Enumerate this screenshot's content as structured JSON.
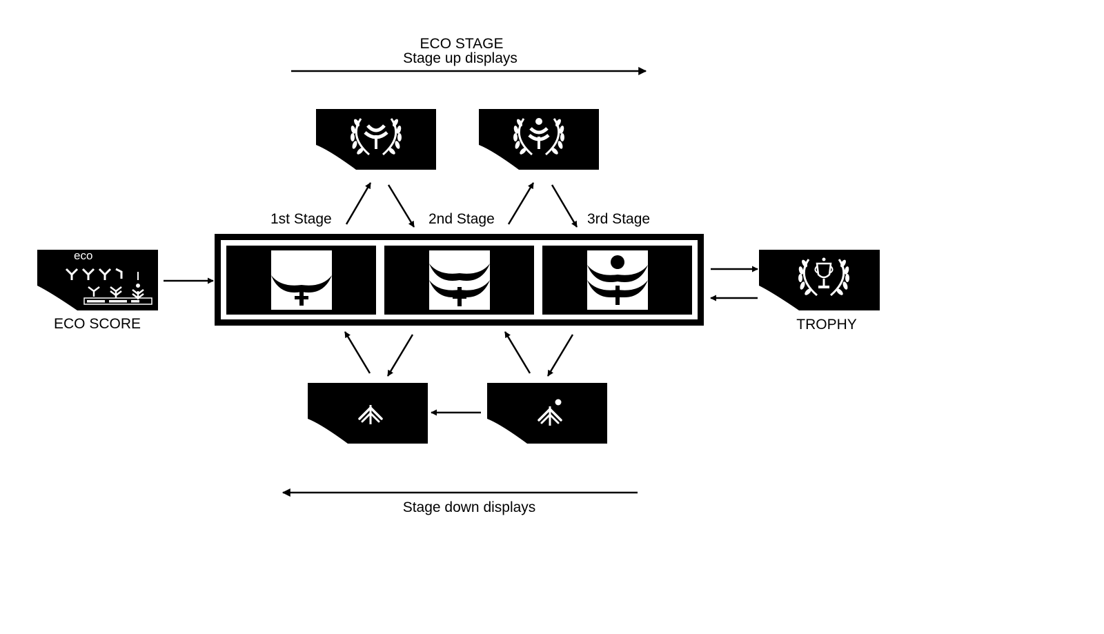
{
  "header": {
    "title": "ECO STAGE",
    "subtitle": "Stage up displays"
  },
  "footer": {
    "stage_down_label": "Stage down displays"
  },
  "stages": [
    {
      "label": "1st Stage",
      "icon": "one-leaf-pair-icon"
    },
    {
      "label": "2nd Stage",
      "icon": "two-leaf-pair-icon"
    },
    {
      "label": "3rd Stage",
      "icon": "flower-leaf-pair-icon"
    }
  ],
  "eco_score": {
    "label": "ECO SCORE",
    "screen_text": "eco"
  },
  "trophy": {
    "label": "TROPHY",
    "icon": "trophy-laurel-icon"
  },
  "stage_up_displays": [
    {
      "icon": "laurel-leaf-icon"
    },
    {
      "icon": "laurel-flower-icon"
    }
  ],
  "stage_down_displays": [
    {
      "icon": "wilted-sprout-icon"
    },
    {
      "icon": "wilted-sprout-dot-icon"
    }
  ],
  "colors": {
    "display_background": "#000000",
    "icon_foreground": "#ffffff",
    "line": "#000000"
  }
}
